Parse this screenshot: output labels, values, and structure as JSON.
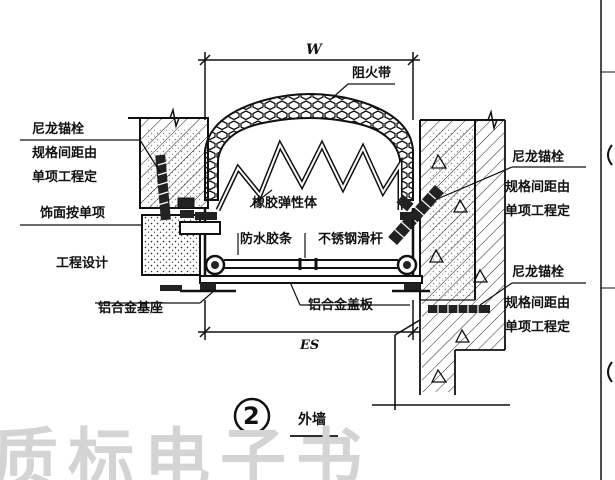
{
  "dimensions": {
    "width_label": "W",
    "es_label": "ES"
  },
  "labels": {
    "fire_belt": "阻火带",
    "nylon_anchor": "尼龙锚栓",
    "spacing_line1": "规格间距由",
    "spacing_line2": "单项工程定",
    "finish_line1": "饰面按单项",
    "finish_line2": "工程设计",
    "rubber_elastomer": "橡胶弹性体",
    "waterproof_strip": "防水胶条",
    "stainless_slide_bar": "不锈钢滑杆",
    "aluminum_base": "铝合金基座",
    "aluminum_cover": "铝合金盖板",
    "right_anchor_1": "尼龙锚栓",
    "right_spacing_1a": "规格间距由",
    "right_spacing_1b": "单项工程定",
    "right_anchor_2": "尼龙锚栓",
    "right_spacing_2a": "规格间距由",
    "right_spacing_2b": "单项工程定"
  },
  "caption": {
    "number": "2",
    "text": "外墙"
  },
  "watermark": "质标电子书",
  "colors": {
    "line": "#111111",
    "watermark": "#d4d4d4",
    "background": "#ffffff"
  }
}
